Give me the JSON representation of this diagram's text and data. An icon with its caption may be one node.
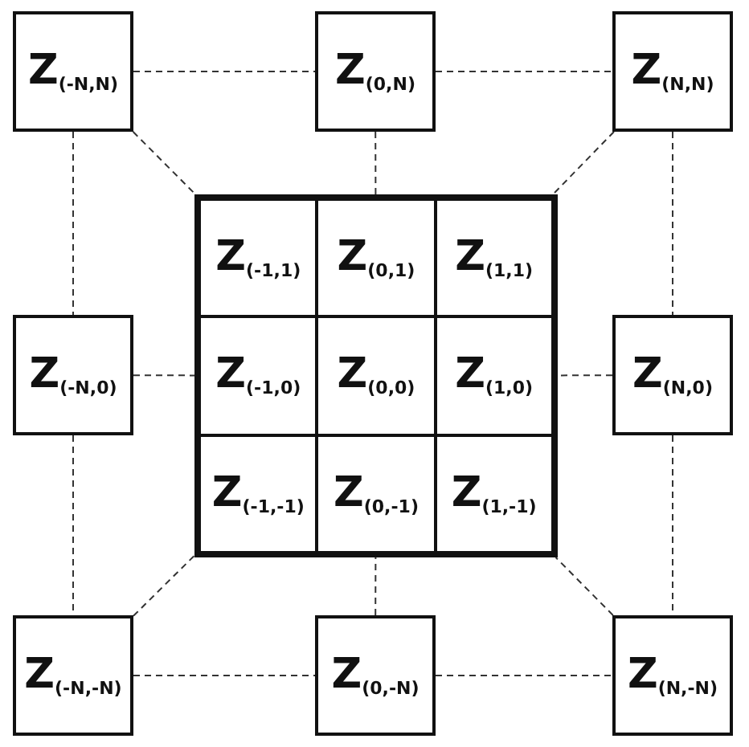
{
  "diagram": {
    "nodes": [
      {
        "text": [
          "Z$_{(-N,N)}$"
        ]
      },
      {
        "text": [
          "Z$_{(0,N)}$"
        ]
      },
      {
        "text": [
          "Z$_{(N,N)}$"
        ]
      },
      {
        "text": [
          "Z$_{(-N,0)}$"
        ]
      },
      {
        "text": [],
        "shape": "box"
      },
      {
        "text": [
          "Z$_{(-1,1)}$"
        ],
        "in": 4
      },
      {
        "text": [
          "Z$_{(0,1)}$"
        ],
        "in": 4
      },
      {
        "text": [
          "Z$_{(1,1)}$"
        ],
        "in": 4
      },
      {
        "text": [
          "Z$_{(-1,0)}$"
        ],
        "in": 4
      },
      {
        "text": [
          "Z$_{(0,0)}$"
        ],
        "in": 4
      },
      {
        "text": [
          "Z$_{(1,0)}$"
        ],
        "in": 4
      },
      {
        "text": [
          "Z$_{(-1,-1)}$"
        ],
        "in": 4
      },
      {
        "text": [
          "Z$_{(0,-1)}$"
        ],
        "in": 4
      },
      {
        "text": [
          "Z$_{(1,-1)}$"
        ],
        "in": 4
      },
      {
        "text": [
          "Z$_{(N,0)}$"
        ]
      },
      {
        "text": [
          "Z$_{(-N,-N)}$"
        ]
      },
      {
        "text": [
          "Z$_{(0,-N)}$"
        ]
      },
      {
        "text": [
          "Z$_{(N,-N)}$"
        ]
      }
    ],
    "edges": [
      {
        "from": 0,
        "to": 1,
        "arrow": "none",
        "style": "dashed"
      },
      {
        "from": 1,
        "to": 2,
        "arrow": "none",
        "style": "dashed"
      },
      {
        "from": 0,
        "to": 3,
        "arrow": "none",
        "style": "dashed"
      },
      {
        "from": 3,
        "to": 15,
        "arrow": "none",
        "style": "dashed"
      },
      {
        "from": 2,
        "to": 14,
        "arrow": "none",
        "style": "dashed"
      },
      {
        "from": 14,
        "to": 17,
        "arrow": "none",
        "style": "dashed"
      },
      {
        "from": 15,
        "to": 16,
        "arrow": "none",
        "style": "dashed"
      },
      {
        "from": 16,
        "to": 17,
        "arrow": "none",
        "style": "dashed"
      },
      {
        "from": 0,
        "to": 4,
        "arrow": "none",
        "style": "dashed"
      },
      {
        "from": 1,
        "to": 4,
        "arrow": "none",
        "style": "dashed"
      },
      {
        "from": 2,
        "to": 4,
        "arrow": "none",
        "style": "dashed"
      },
      {
        "from": 3,
        "to": 4,
        "arrow": "none",
        "style": "dashed"
      },
      {
        "from": 14,
        "to": 4,
        "arrow": "none",
        "style": "dashed"
      },
      {
        "from": 15,
        "to": 4,
        "arrow": "none",
        "style": "dashed"
      },
      {
        "from": 16,
        "to": 4,
        "arrow": "none",
        "style": "dashed"
      },
      {
        "from": 17,
        "to": 4,
        "arrow": "none",
        "style": "dashed"
      }
    ]
  }
}
